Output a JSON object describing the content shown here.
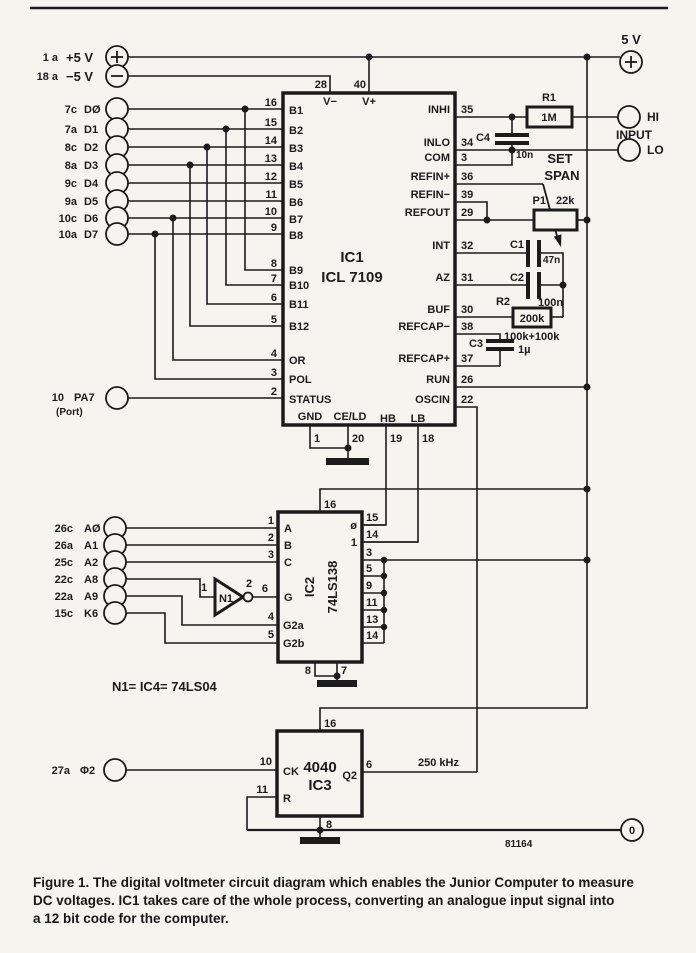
{
  "caption": {
    "line1": "Figure 1. The digital voltmeter circuit diagram which enables the Junior Computer to measure",
    "line2": "DC voltages. IC1 takes care of the whole process, converting an analogue input signal into",
    "line3": "a 12 bit code for the computer."
  },
  "power": {
    "plus": {
      "conn": "1 a",
      "label": "+5 V"
    },
    "minus": {
      "conn": "18 a",
      "label": "−5 V"
    },
    "rail": "5 V"
  },
  "bus": {
    "rows": [
      {
        "conn": "7c",
        "name": "DØ",
        "pin": "16",
        "port": "B1"
      },
      {
        "conn": "7a",
        "name": "D1",
        "pin": "15",
        "port": "B2"
      },
      {
        "conn": "8c",
        "name": "D2",
        "pin": "14",
        "port": "B3"
      },
      {
        "conn": "8a",
        "name": "D3",
        "pin": "13",
        "port": "B4"
      },
      {
        "conn": "9c",
        "name": "D4",
        "pin": "12",
        "port": "B5"
      },
      {
        "conn": "9a",
        "name": "D5",
        "pin": "11",
        "port": "B6"
      },
      {
        "conn": "10c",
        "name": "D6",
        "pin": "10",
        "port": "B7"
      },
      {
        "conn": "10a",
        "name": "D7",
        "pin": "9",
        "port": "B8"
      }
    ]
  },
  "ic1": {
    "name": "IC1",
    "part": "ICL 7109",
    "top": [
      {
        "pin": "28",
        "label": "V−"
      },
      {
        "pin": "40",
        "label": "V+"
      }
    ],
    "lower_left": [
      {
        "pin": "8",
        "port": "B9"
      },
      {
        "pin": "7",
        "port": "B10"
      },
      {
        "pin": "6",
        "port": "B11"
      },
      {
        "pin": "5",
        "port": "B12"
      },
      {
        "pin": "4",
        "port": "OR"
      },
      {
        "pin": "3",
        "port": "POL"
      },
      {
        "pin": "2",
        "port": "STATUS"
      }
    ],
    "bottom": [
      {
        "pin": "1",
        "label": "GND"
      },
      {
        "pin": "20",
        "label": "CE/LD"
      },
      {
        "pin": "19",
        "label": "HB"
      },
      {
        "pin": "18",
        "label": "LB"
      }
    ],
    "right": [
      {
        "pin": "35",
        "label": "INHI"
      },
      {
        "pin": "34",
        "label": "INLO"
      },
      {
        "pin": "3",
        "label": "COM"
      },
      {
        "pin": "36",
        "label": "REFIN+"
      },
      {
        "pin": "39",
        "label": "REFIN−"
      },
      {
        "pin": "29",
        "label": "REFOUT"
      },
      {
        "pin": "32",
        "label": "INT"
      },
      {
        "pin": "31",
        "label": "AZ"
      },
      {
        "pin": "30",
        "label": "BUF"
      },
      {
        "pin": "38",
        "label": "REFCAP−"
      },
      {
        "pin": "37",
        "label": "REFCAP+"
      },
      {
        "pin": "26",
        "label": "RUN"
      },
      {
        "pin": "22",
        "label": "OSCIN"
      }
    ]
  },
  "pa7": {
    "conn": "10",
    "name": "PA7",
    "sub": "(Port)"
  },
  "analog": {
    "r1": {
      "ref": "R1",
      "value": "1M"
    },
    "c4": {
      "ref": "C4",
      "value": "10n"
    },
    "input": {
      "label": "INPUT",
      "hi": "HI",
      "lo": "LO"
    },
    "set_span": {
      "l1": "SET",
      "l2": "SPAN"
    },
    "p1": {
      "ref": "P1",
      "value": "22k"
    },
    "c1": {
      "ref": "C1",
      "value": "47n"
    },
    "c2": {
      "ref": "C2",
      "value": "100n"
    },
    "r2": {
      "ref": "R2",
      "value": "200k",
      "note": "100k+100k"
    },
    "c3": {
      "ref": "C3",
      "value": "1µ"
    }
  },
  "ic2": {
    "name": "IC2",
    "part": "74LS138",
    "terms": [
      {
        "conn": "26c",
        "name": "AØ"
      },
      {
        "conn": "26a",
        "name": "A1"
      },
      {
        "conn": "25c",
        "name": "A2"
      },
      {
        "conn": "22c",
        "name": "A8"
      },
      {
        "conn": "22a",
        "name": "A9"
      },
      {
        "conn": "15c",
        "name": "K6"
      }
    ],
    "left": [
      {
        "pin": "1",
        "port": "A"
      },
      {
        "pin": "2",
        "port": "B"
      },
      {
        "pin": "3",
        "port": "C"
      },
      {
        "pin": "6",
        "port": "G"
      },
      {
        "pin": "4",
        "port": "G2a"
      },
      {
        "pin": "5",
        "port": "G2b"
      }
    ],
    "top_pin": "16",
    "right": [
      {
        "pin": "15",
        "out": "ø"
      },
      {
        "pin": "14",
        "out": "1"
      },
      {
        "pin": "3"
      },
      {
        "pin": "5"
      },
      {
        "pin": "9"
      },
      {
        "pin": "11"
      },
      {
        "pin": "13"
      },
      {
        "pin": "14"
      }
    ],
    "bottom": [
      "8",
      "7"
    ],
    "n1": {
      "name": "N1",
      "in_pin": "1",
      "out_pin": "2",
      "to_pin": "6"
    }
  },
  "n1_note": "N1= IC4= 74LS04",
  "ic3": {
    "name": "IC3",
    "part": "4040",
    "term": {
      "conn": "27a",
      "name": "Φ2"
    },
    "ck": {
      "pin": "10",
      "label": "CK"
    },
    "r": {
      "pin": "11",
      "label": "R"
    },
    "q2": {
      "pin": "6",
      "label": "Q2",
      "freq": "250 kHz"
    },
    "top_pin": "16",
    "gnd_pin": "8"
  },
  "footer": {
    "code": "81164",
    "zero": "0"
  }
}
